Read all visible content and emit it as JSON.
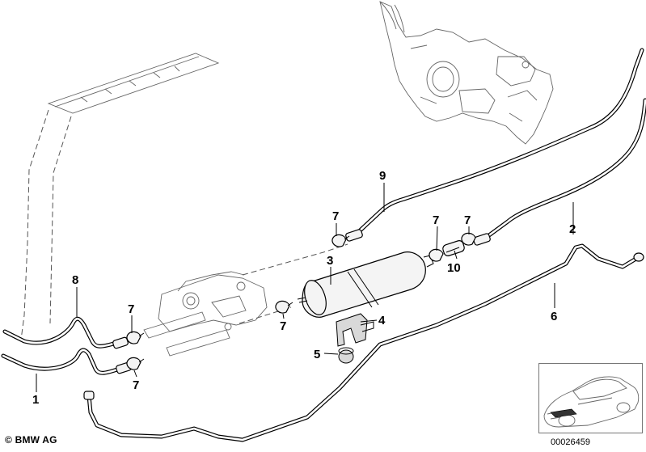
{
  "copyright": "© BMW AG",
  "diagram_number": "00026459",
  "callouts": [
    {
      "id": "c1",
      "text": "1"
    },
    {
      "id": "c2",
      "text": "2"
    },
    {
      "id": "c3",
      "text": "3"
    },
    {
      "id": "c4",
      "text": "4"
    },
    {
      "id": "c5",
      "text": "5"
    },
    {
      "id": "c6",
      "text": "6"
    },
    {
      "id": "c7a",
      "text": "7"
    },
    {
      "id": "c7b",
      "text": "7"
    },
    {
      "id": "c7c",
      "text": "7"
    },
    {
      "id": "c7d",
      "text": "7"
    },
    {
      "id": "c7e",
      "text": "7"
    },
    {
      "id": "c7f",
      "text": "7"
    },
    {
      "id": "c8",
      "text": "8"
    },
    {
      "id": "c9",
      "text": "9"
    },
    {
      "id": "c10",
      "text": "10"
    }
  ]
}
